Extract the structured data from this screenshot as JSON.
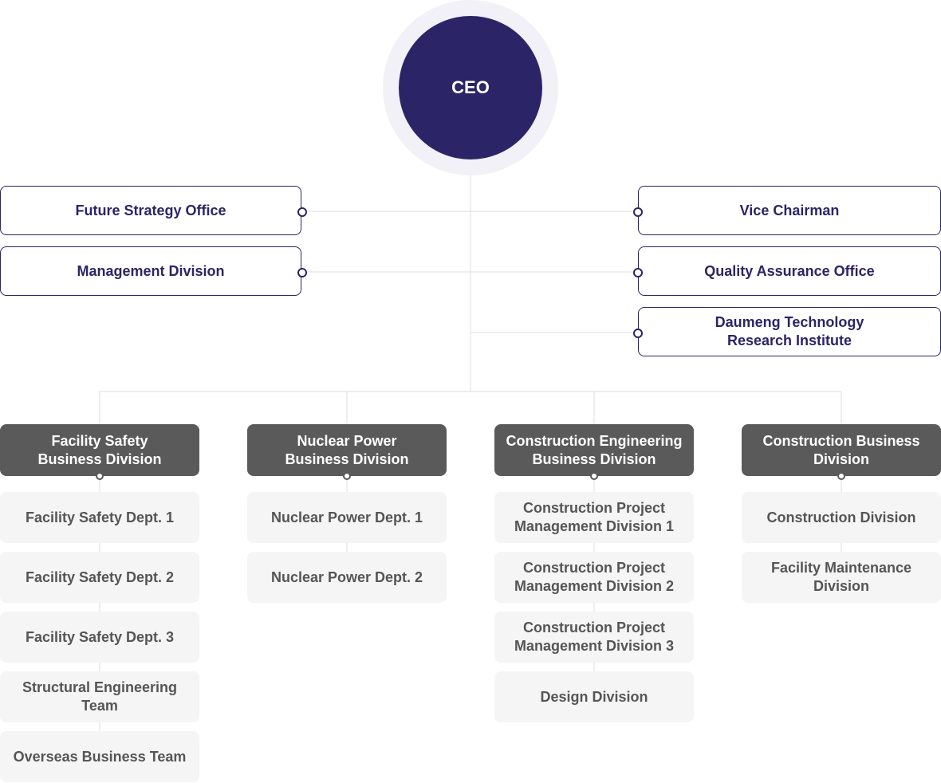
{
  "ceo": {
    "label": "CEO"
  },
  "left_offices": [
    {
      "label": "Future Strategy Office"
    },
    {
      "label": "Management Division"
    }
  ],
  "right_offices": [
    {
      "label": "Vice Chairman"
    },
    {
      "label": "Quality Assurance Office"
    },
    {
      "label": "Daumeng Technology\nResearch Institute"
    }
  ],
  "divisions": [
    {
      "label": "Facility Safety\nBusiness Division",
      "departments": [
        {
          "label": "Facility Safety Dept. 1"
        },
        {
          "label": "Facility Safety Dept. 2"
        },
        {
          "label": "Facility Safety Dept. 3"
        },
        {
          "label": "Structural Engineering\nTeam"
        },
        {
          "label": "Overseas Business Team"
        }
      ]
    },
    {
      "label": "Nuclear Power\nBusiness Division",
      "departments": [
        {
          "label": "Nuclear Power Dept. 1"
        },
        {
          "label": "Nuclear Power Dept. 2"
        }
      ]
    },
    {
      "label": "Construction Engineering\nBusiness Division",
      "departments": [
        {
          "label": "Construction Project\nManagement Division 1"
        },
        {
          "label": "Construction Project\nManagement Division 2"
        },
        {
          "label": "Construction Project\nManagement Division 3"
        },
        {
          "label": "Design Division"
        }
      ]
    },
    {
      "label": "Construction Business\nDivision",
      "departments": [
        {
          "label": "Construction Division"
        },
        {
          "label": "Facility Maintenance\nDivision"
        }
      ]
    }
  ],
  "colors": {
    "primary": "#2b2466",
    "ring": "#f1f1f7",
    "division_bg": "#5a5a5a",
    "dept_bg": "#f5f5f5",
    "dept_text": "#555555",
    "line": "#dddddd"
  }
}
